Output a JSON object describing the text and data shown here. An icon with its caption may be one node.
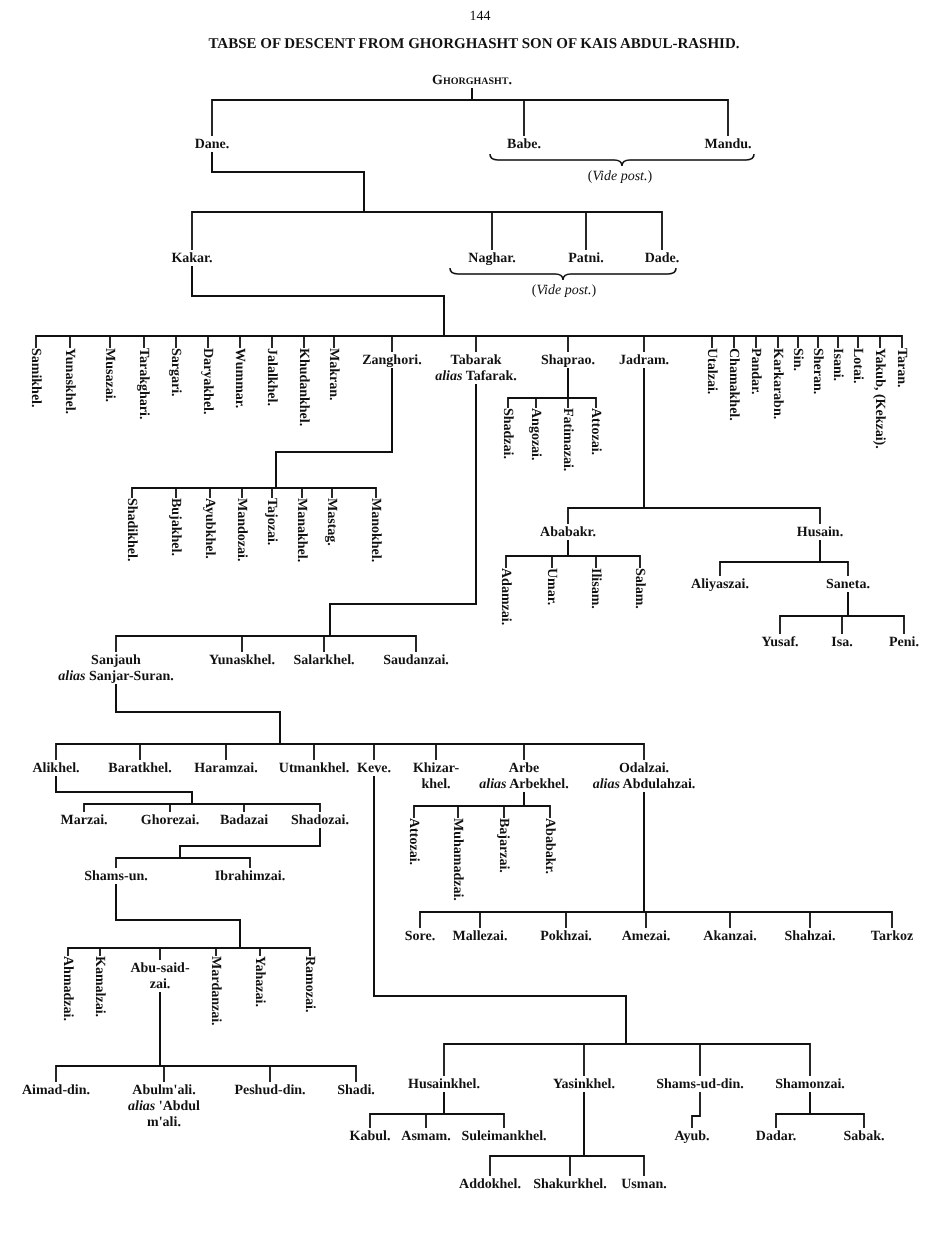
{
  "diagram": {
    "title": "TABSE OF DESCENT FROM GHORGHASHT SON OF KAIS ABDUL-RASHID.",
    "nodes": [
      {
        "text": [
          "Ghorghasht."
        ]
      },
      {
        "text": [
          "Dane."
        ]
      },
      {
        "text": [
          "Babe."
        ]
      },
      {
        "text": [
          "Mandu."
        ]
      },
      {
        "text": [
          "Kakar."
        ]
      },
      {
        "text": [
          "Naghar."
        ]
      },
      {
        "text": [
          "Patni."
        ]
      },
      {
        "text": [
          "Dade."
        ]
      },
      {
        "text": [
          "Samikhel."
        ]
      },
      {
        "text": [
          "Yunaskhel."
        ]
      },
      {
        "text": [
          "Musazai."
        ]
      },
      {
        "text": [
          "Tarakghari."
        ]
      },
      {
        "text": [
          "Sargari."
        ]
      },
      {
        "text": [
          "Daryakhel."
        ]
      },
      {
        "text": [
          "Wummar."
        ]
      },
      {
        "text": [
          "Jalalkhel."
        ]
      },
      {
        "text": [
          "Khudankhel."
        ]
      },
      {
        "text": [
          "Makran."
        ]
      },
      {
        "text": [
          "Zanghori."
        ]
      },
      {
        "text": [
          "Tabarak",
          "*alias* Tafarak."
        ]
      },
      {
        "text": [
          "Shaprao."
        ]
      },
      {
        "text": [
          "Jadram."
        ]
      },
      {
        "text": [
          "Utalzai."
        ]
      },
      {
        "text": [
          "Chamakhel."
        ]
      },
      {
        "text": [
          "Pandar."
        ]
      },
      {
        "text": [
          "Karkarabn."
        ]
      },
      {
        "text": [
          "Sin."
        ]
      },
      {
        "text": [
          "Sheran."
        ]
      },
      {
        "text": [
          "Isani."
        ]
      },
      {
        "text": [
          "Lotai."
        ]
      },
      {
        "text": [
          "Yakub, (Kekzai)."
        ]
      },
      {
        "text": [
          "Taran."
        ]
      },
      {
        "text": [
          "Shadzai."
        ]
      },
      {
        "text": [
          "Angozai."
        ]
      },
      {
        "text": [
          "Fatimazai."
        ]
      },
      {
        "text": [
          "Attozai."
        ]
      },
      {
        "text": [
          "Shadikhel."
        ]
      },
      {
        "text": [
          "Bujakhel."
        ]
      },
      {
        "text": [
          "Ayubkhel."
        ]
      },
      {
        "text": [
          "Mandozai."
        ]
      },
      {
        "text": [
          "Tajozai."
        ]
      },
      {
        "text": [
          "Manakhel."
        ]
      },
      {
        "text": [
          "Mastag."
        ]
      },
      {
        "text": [
          "Manokhel."
        ]
      },
      {
        "text": [
          "Ababakr."
        ]
      },
      {
        "text": [
          "Husain."
        ]
      },
      {
        "text": [
          "Adamzai."
        ]
      },
      {
        "text": [
          "Umar."
        ]
      },
      {
        "text": [
          "Ilisam."
        ]
      },
      {
        "text": [
          "Salam."
        ]
      },
      {
        "text": [
          "Aliyaszai."
        ]
      },
      {
        "text": [
          "Saneta."
        ]
      },
      {
        "text": [
          "Yusaf."
        ]
      },
      {
        "text": [
          "Isa."
        ]
      },
      {
        "text": [
          "Peni."
        ]
      },
      {
        "text": [
          "Sanjauh",
          "*alias* Sanjar-Suran."
        ]
      },
      {
        "text": [
          "Yunaskhel."
        ]
      },
      {
        "text": [
          "Salarkhel."
        ]
      },
      {
        "text": [
          "Saudanzai."
        ]
      },
      {
        "text": [
          "Alikhel."
        ]
      },
      {
        "text": [
          "Baratkhel."
        ]
      },
      {
        "text": [
          "Haramzai."
        ]
      },
      {
        "text": [
          "Utmankhel."
        ]
      },
      {
        "text": [
          "Keve."
        ]
      },
      {
        "text": [
          "Khizar-khel."
        ]
      },
      {
        "text": [
          "Arbe",
          "*alias* Arbekhel."
        ]
      },
      {
        "text": [
          "Odalzai.",
          "*alias* Abdulahzai."
        ]
      },
      {
        "text": [
          "Marzai."
        ]
      },
      {
        "text": [
          "Ghorezai."
        ]
      },
      {
        "text": [
          "Badazai"
        ]
      },
      {
        "text": [
          "Shadozai."
        ]
      },
      {
        "text": [
          "Attozai."
        ]
      },
      {
        "text": [
          "Muhamadzai."
        ]
      },
      {
        "text": [
          "Bajarzai."
        ]
      },
      {
        "text": [
          "Ababakr."
        ]
      },
      {
        "text": [
          "Shams-un."
        ]
      },
      {
        "text": [
          "Ibrahimzai."
        ]
      },
      {
        "text": [
          "Sore."
        ]
      },
      {
        "text": [
          "Mallezai."
        ]
      },
      {
        "text": [
          "Pokhzai."
        ]
      },
      {
        "text": [
          "Amezai."
        ]
      },
      {
        "text": [
          "Akanzai."
        ]
      },
      {
        "text": [
          "Shahzai."
        ]
      },
      {
        "text": [
          "Tarkoz"
        ]
      },
      {
        "text": [
          "Ahmadzai."
        ]
      },
      {
        "text": [
          "Kamalzai."
        ]
      },
      {
        "text": [
          "Abu-said-zai."
        ]
      },
      {
        "text": [
          "Mardanzai."
        ]
      },
      {
        "text": [
          "Yahazai."
        ]
      },
      {
        "text": [
          "Ramozai."
        ]
      },
      {
        "text": [
          "Aimad-din."
        ]
      },
      {
        "text": [
          "Abulm'ali.",
          "*alias* 'Abdul m'ali."
        ]
      },
      {
        "text": [
          "Peshud-din."
        ]
      },
      {
        "text": [
          "Shadi."
        ]
      },
      {
        "text": [
          "Husainkhel."
        ]
      },
      {
        "text": [
          "Yasinkhel."
        ]
      },
      {
        "text": [
          "Shams-ud-din."
        ]
      },
      {
        "text": [
          "Shamonzai."
        ]
      },
      {
        "text": [
          "Kabul."
        ]
      },
      {
        "text": [
          "Asmam."
        ]
      },
      {
        "text": [
          "Suleimankhel."
        ]
      },
      {
        "text": [
          "Ayub."
        ]
      },
      {
        "text": [
          "Dadar."
        ]
      },
      {
        "text": [
          "Sabak."
        ]
      },
      {
        "text": [
          "Addokhel."
        ]
      },
      {
        "text": [
          "Shakurkhel."
        ]
      },
      {
        "text": [
          "Usman."
        ]
      }
    ],
    "edges": [
      {
        "from": 0,
        "to": 1,
        "arrow": "none"
      },
      {
        "from": 0,
        "to": 2,
        "arrow": "none"
      },
      {
        "from": 0,
        "to": 3,
        "arrow": "none"
      },
      {
        "from": 1,
        "to": 4,
        "arrow": "none"
      },
      {
        "from": 1,
        "to": 5,
        "arrow": "none"
      },
      {
        "from": 1,
        "to": 6,
        "arrow": "none"
      },
      {
        "from": 1,
        "to": 7,
        "arrow": "none"
      },
      {
        "from": 4,
        "to": 8,
        "arrow": "none"
      },
      {
        "from": 4,
        "to": 9,
        "arrow": "none"
      },
      {
        "from": 4,
        "to": 10,
        "arrow": "none"
      },
      {
        "from": 4,
        "to": 11,
        "arrow": "none"
      },
      {
        "from": 4,
        "to": 12,
        "arrow": "none"
      },
      {
        "from": 4,
        "to": 13,
        "arrow": "none"
      },
      {
        "from": 4,
        "to": 14,
        "arrow": "none"
      },
      {
        "from": 4,
        "to": 15,
        "arrow": "none"
      },
      {
        "from": 4,
        "to": 16,
        "arrow": "none"
      },
      {
        "from": 4,
        "to": 17,
        "arrow": "none"
      },
      {
        "from": 4,
        "to": 18,
        "arrow": "none"
      },
      {
        "from": 4,
        "to": 19,
        "arrow": "none"
      },
      {
        "from": 4,
        "to": 20,
        "arrow": "none"
      },
      {
        "from": 4,
        "to": 21,
        "arrow": "none"
      },
      {
        "from": 4,
        "to": 22,
        "arrow": "none"
      },
      {
        "from": 4,
        "to": 23,
        "arrow": "none"
      },
      {
        "from": 4,
        "to": 24,
        "arrow": "none"
      },
      {
        "from": 4,
        "to": 25,
        "arrow": "none"
      },
      {
        "from": 4,
        "to": 26,
        "arrow": "none"
      },
      {
        "from": 4,
        "to": 27,
        "arrow": "none"
      },
      {
        "from": 4,
        "to": 28,
        "arrow": "none"
      },
      {
        "from": 4,
        "to": 29,
        "arrow": "none"
      },
      {
        "from": 4,
        "to": 30,
        "arrow": "none"
      },
      {
        "from": 4,
        "to": 31,
        "arrow": "none"
      },
      {
        "from": 20,
        "to": 32,
        "arrow": "none"
      },
      {
        "from": 20,
        "to": 33,
        "arrow": "none"
      },
      {
        "from": 20,
        "to": 34,
        "arrow": "none"
      },
      {
        "from": 20,
        "to": 35,
        "arrow": "none"
      },
      {
        "from": 18,
        "to": 36,
        "arrow": "none"
      },
      {
        "from": 18,
        "to": 37,
        "arrow": "none"
      },
      {
        "from": 18,
        "to": 38,
        "arrow": "none"
      },
      {
        "from": 18,
        "to": 39,
        "arrow": "none"
      },
      {
        "from": 18,
        "to": 40,
        "arrow": "none"
      },
      {
        "from": 18,
        "to": 41,
        "arrow": "none"
      },
      {
        "from": 18,
        "to": 42,
        "arrow": "none"
      },
      {
        "from": 18,
        "to": 43,
        "arrow": "none"
      },
      {
        "from": 21,
        "to": 44,
        "arrow": "none"
      },
      {
        "from": 21,
        "to": 45,
        "arrow": "none"
      },
      {
        "from": 44,
        "to": 46,
        "arrow": "none"
      },
      {
        "from": 44,
        "to": 47,
        "arrow": "none"
      },
      {
        "from": 44,
        "to": 48,
        "arrow": "none"
      },
      {
        "from": 44,
        "to": 49,
        "arrow": "none"
      },
      {
        "from": 45,
        "to": 50,
        "arrow": "none"
      },
      {
        "from": 45,
        "to": 51,
        "arrow": "none"
      },
      {
        "from": 51,
        "to": 52,
        "arrow": "none"
      },
      {
        "from": 51,
        "to": 53,
        "arrow": "none"
      },
      {
        "from": 51,
        "to": 54,
        "arrow": "none"
      },
      {
        "from": 19,
        "to": 55,
        "arrow": "none"
      },
      {
        "from": 19,
        "to": 56,
        "arrow": "none"
      },
      {
        "from": 19,
        "to": 57,
        "arrow": "none"
      },
      {
        "from": 19,
        "to": 58,
        "arrow": "none"
      },
      {
        "from": 55,
        "to": 59,
        "arrow": "none"
      },
      {
        "from": 55,
        "to": 60,
        "arrow": "none"
      },
      {
        "from": 55,
        "to": 61,
        "arrow": "none"
      },
      {
        "from": 55,
        "to": 62,
        "arrow": "none"
      },
      {
        "from": 55,
        "to": 63,
        "arrow": "none"
      },
      {
        "from": 55,
        "to": 64,
        "arrow": "none"
      },
      {
        "from": 55,
        "to": 65,
        "arrow": "none"
      },
      {
        "from": 55,
        "to": 66,
        "arrow": "none"
      },
      {
        "from": 59,
        "to": 67,
        "arrow": "none"
      },
      {
        "from": 59,
        "to": 68,
        "arrow": "none"
      },
      {
        "from": 59,
        "to": 69,
        "arrow": "none"
      },
      {
        "from": 59,
        "to": 70,
        "arrow": "none"
      },
      {
        "from": 65,
        "to": 71,
        "arrow": "none"
      },
      {
        "from": 65,
        "to": 72,
        "arrow": "none"
      },
      {
        "from": 65,
        "to": 73,
        "arrow": "none"
      },
      {
        "from": 65,
        "to": 74,
        "arrow": "none"
      },
      {
        "from": 70,
        "to": 75,
        "arrow": "none"
      },
      {
        "from": 70,
        "to": 76,
        "arrow": "none"
      },
      {
        "from": 66,
        "to": 77,
        "arrow": "none"
      },
      {
        "from": 66,
        "to": 78,
        "arrow": "none"
      },
      {
        "from": 66,
        "to": 79,
        "arrow": "none"
      },
      {
        "from": 66,
        "to": 80,
        "arrow": "none"
      },
      {
        "from": 66,
        "to": 81,
        "arrow": "none"
      },
      {
        "from": 66,
        "to": 82,
        "arrow": "none"
      },
      {
        "from": 66,
        "to": 83,
        "arrow": "none"
      },
      {
        "from": 75,
        "to": 84,
        "arrow": "none"
      },
      {
        "from": 75,
        "to": 85,
        "arrow": "none"
      },
      {
        "from": 75,
        "to": 86,
        "arrow": "none"
      },
      {
        "from": 75,
        "to": 87,
        "arrow": "none"
      },
      {
        "from": 75,
        "to": 88,
        "arrow": "none"
      },
      {
        "from": 75,
        "to": 89,
        "arrow": "none"
      },
      {
        "from": 86,
        "to": 90,
        "arrow": "none"
      },
      {
        "from": 86,
        "to": 91,
        "arrow": "none"
      },
      {
        "from": 86,
        "to": 92,
        "arrow": "none"
      },
      {
        "from": 86,
        "to": 93,
        "arrow": "none"
      },
      {
        "from": 63,
        "to": 94,
        "arrow": "none"
      },
      {
        "from": 63,
        "to": 95,
        "arrow": "none"
      },
      {
        "from": 63,
        "to": 96,
        "arrow": "none"
      },
      {
        "from": 63,
        "to": 97,
        "arrow": "none"
      },
      {
        "from": 94,
        "to": 98,
        "arrow": "none"
      },
      {
        "from": 94,
        "to": 99,
        "arrow": "none"
      },
      {
        "from": 94,
        "to": 100,
        "arrow": "none"
      },
      {
        "from": 96,
        "to": 101,
        "arrow": "none"
      },
      {
        "from": 97,
        "to": 102,
        "arrow": "none"
      },
      {
        "from": 97,
        "to": 103,
        "arrow": "none"
      },
      {
        "from": 95,
        "to": 104,
        "arrow": "none"
      },
      {
        "from": 95,
        "to": 105,
        "arrow": "none"
      },
      {
        "from": 95,
        "to": 106,
        "arrow": "none"
      }
    ],
    "labels": [
      "144",
      "(*Vide post.*)",
      "(*Vide post.*)"
    ]
  }
}
